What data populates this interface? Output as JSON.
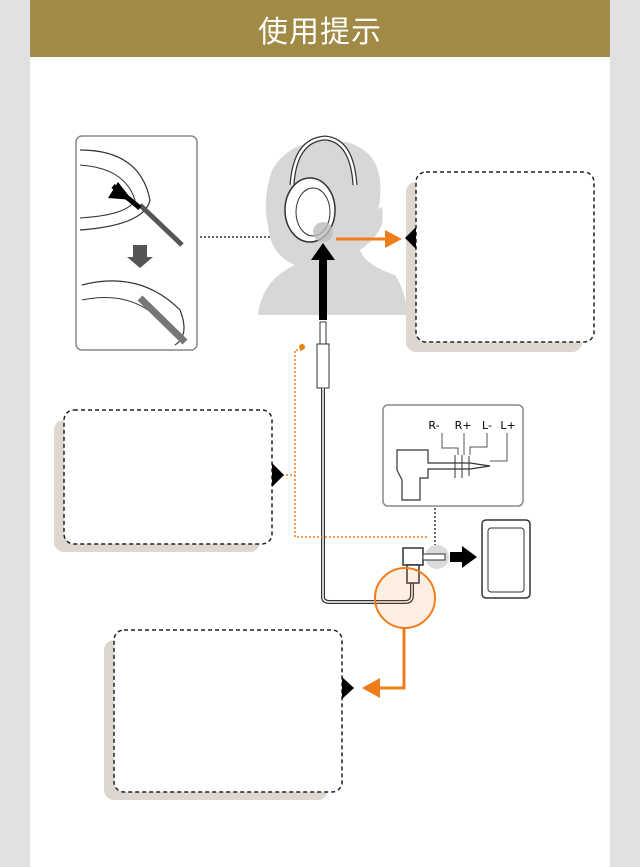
{
  "header": {
    "title": "使用提示"
  },
  "diagram": {
    "plug_labels": [
      "R-",
      "R+",
      "L-",
      "L+"
    ],
    "colors": {
      "accent": "#f07d1a",
      "title_bar": "#a08a45",
      "shadow": "#ded7cf",
      "head": "#d7d7d7"
    }
  }
}
